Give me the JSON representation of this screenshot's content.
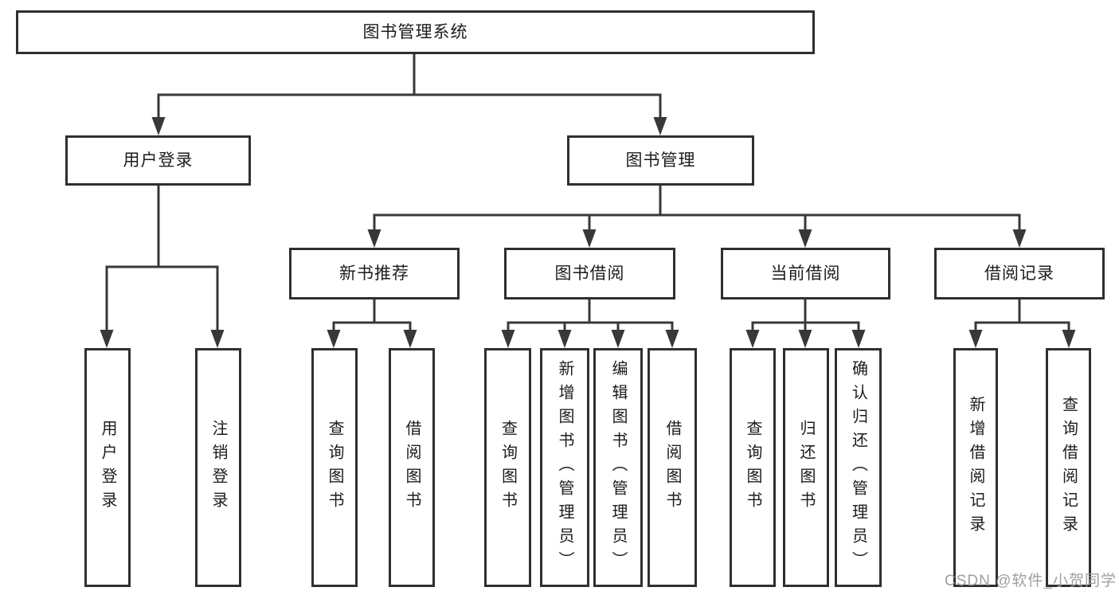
{
  "tree": {
    "root": {
      "label": "图书管理系统",
      "children": [
        {
          "label": "用户登录",
          "children": [
            {
              "label": "用户登录"
            },
            {
              "label": "注销登录"
            }
          ]
        },
        {
          "label": "图书管理",
          "children": [
            {
              "label": "新书推荐",
              "children": [
                {
                  "label": "查询图书"
                },
                {
                  "label": "借阅图书"
                }
              ]
            },
            {
              "label": "图书借阅",
              "children": [
                {
                  "label": "查询图书"
                },
                {
                  "label": "新增图书（管理员）"
                },
                {
                  "label": "编辑图书（管理员）"
                },
                {
                  "label": "借阅图书"
                }
              ]
            },
            {
              "label": "当前借阅",
              "children": [
                {
                  "label": "查询图书"
                },
                {
                  "label": "归还图书"
                },
                {
                  "label": "确认归还（管理员）"
                }
              ]
            },
            {
              "label": "借阅记录",
              "children": [
                {
                  "label": "新增借阅记录"
                },
                {
                  "label": "查询借阅记录"
                }
              ]
            }
          ]
        }
      ]
    }
  },
  "watermark": {
    "text": "CSDN @软件_小贺同学",
    "color": "#9f9f9f"
  },
  "colors": {
    "line": "#383838",
    "border": "#2f2f2f",
    "text": "#1c1c1c"
  }
}
